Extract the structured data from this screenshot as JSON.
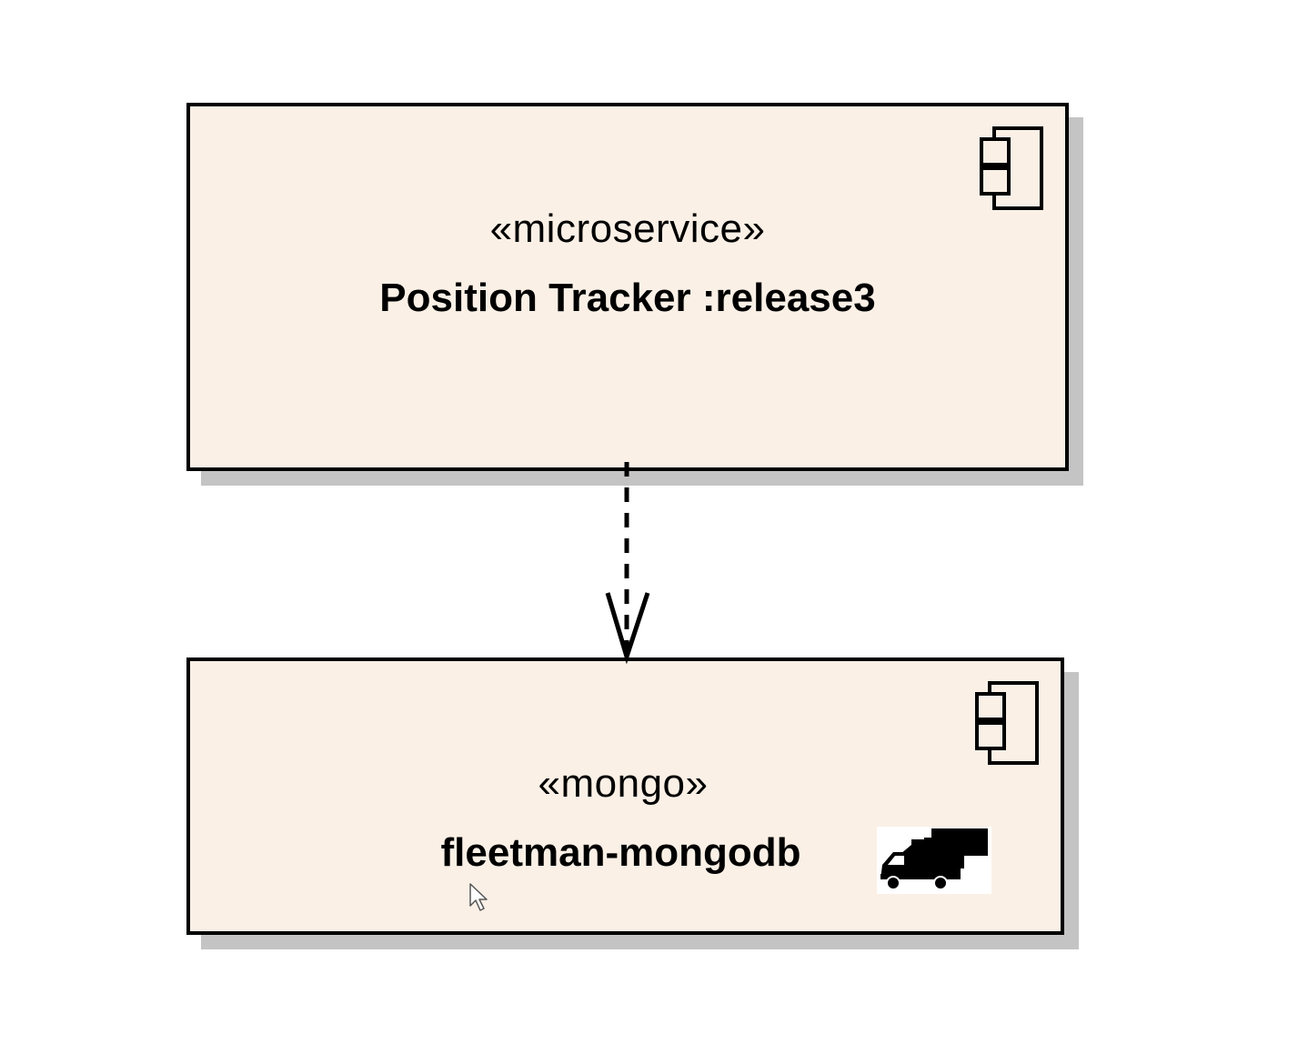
{
  "diagram": {
    "components": [
      {
        "stereotype": "«microservice»",
        "name": "Position Tracker :release3",
        "icon": "uml-component-icon"
      },
      {
        "stereotype": "«mongo»",
        "name": "fleetman-mongodb",
        "icon": "uml-component-icon",
        "badge_icon": "trucks-icon"
      }
    ],
    "connector": {
      "type": "dependency",
      "style": "dashed",
      "arrowhead": "open",
      "from": "Position Tracker :release3",
      "to": "fleetman-mongodb"
    },
    "colors": {
      "component_fill": "#faf0e6",
      "border": "#000000",
      "shadow": "#c4c4c4",
      "background": "#ffffff"
    },
    "cursor": "mouse-pointer-icon"
  }
}
